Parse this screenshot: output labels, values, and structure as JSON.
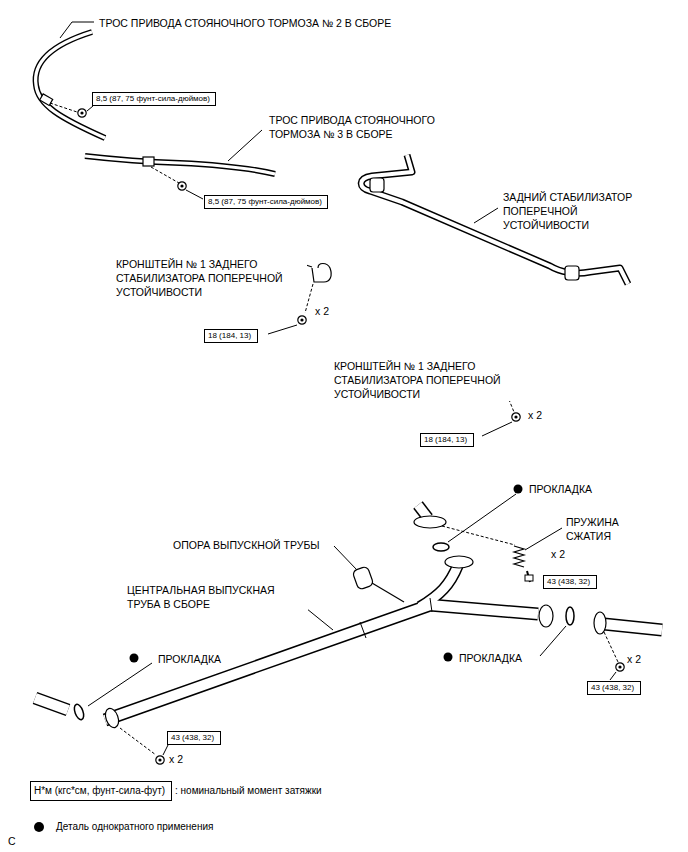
{
  "diagram": {
    "nodes": [
      {
        "text": [
          "8,5 (87, 75 фунт-сила-дюймов)"
        ]
      },
      {
        "text": [
          "8,5 (87, 75 фунт-сила-дюймов)"
        ]
      },
      {
        "text": [
          "18 (184, 13)"
        ]
      },
      {
        "text": [
          "18 (184, 13)"
        ]
      },
      {
        "text": [
          "43 (438, 32)"
        ]
      },
      {
        "text": [
          "43 (438, 32)"
        ]
      },
      {
        "text": [
          "43 (438, 32)"
        ]
      },
      {
        "text": [
          "Н*м (кгс*см, фунт-сила-фут)"
        ]
      }
    ],
    "labels": [
      "ТРОС ПРИВОДА СТОЯНОЧНОГО ТОРМОЗА № 2 В СБОРЕ",
      "ТРОС ПРИВОДА СТОЯНОЧНОГО ТОРМОЗА № 3 В СБОРЕ",
      "ЗАДНИЙ СТАБИЛИЗАТОР ПОПЕРЕЧНОЙ УСТОЙЧИВОСТИ",
      "КРОНШТЕЙН № 1 ЗАДНЕГО СТАБИЛИЗАТОРА ПОПЕРЕЧНОЙ УСТОЙЧИВОСТИ",
      "x 2",
      "КРОНШТЕЙН № 1 ЗАДНЕГО СТАБИЛИЗАТОРА ПОПЕРЕЧНОЙ УСТОЙЧИВОСТИ",
      "x 2",
      "ПРОКЛАДКА",
      "ПРУЖИНА СЖАТИЯ",
      "x 2",
      "ОПОРА ВЫПУСКНОЙ ТРУБЫ",
      "ЦЕНТРАЛЬНАЯ ВЫПУСКНАЯ ТРУБА В СБОРЕ",
      "ПРОКЛАДКА",
      "ПРОКЛАДКА",
      "x 2",
      "x 2",
      "C"
    ],
    "legend": [
      {
        "text": ": номинальный момент затяжки"
      },
      {
        "text": "Деталь однократного применения",
        "color": "#000000"
      }
    ]
  }
}
